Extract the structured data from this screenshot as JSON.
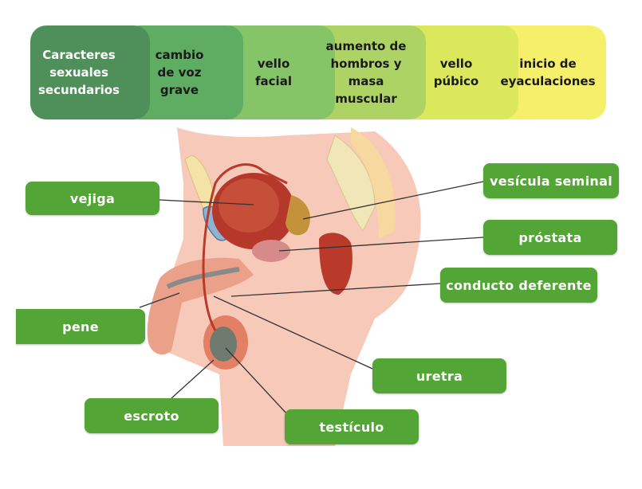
{
  "stages": [
    {
      "label": "Caracteres sexuales secundarios",
      "color": "#4e8f5a"
    },
    {
      "label": "cambio de voz grave",
      "color": "#5fad62"
    },
    {
      "label": "vello facial",
      "color": "#86c468"
    },
    {
      "label": "aumento de hombros y masa muscular",
      "color": "#aed365"
    },
    {
      "label": "vello púbico",
      "color": "#dce85c"
    },
    {
      "label": "inicio de eyaculaciones",
      "color": "#f6ef6a"
    }
  ],
  "labels": {
    "vejiga": "vejiga",
    "vesicula_seminal": "vesícula seminal",
    "prostata": "próstata",
    "conducto_deferente": "conducto deferente",
    "pene": "pene",
    "uretra": "uretra",
    "escroto": "escroto",
    "testiculo": "testículo"
  },
  "colors": {
    "label_green": "#53a535",
    "tissue": "#f4b7a8",
    "muscle": "#b93a2a",
    "bone": "#f1e6b8"
  }
}
